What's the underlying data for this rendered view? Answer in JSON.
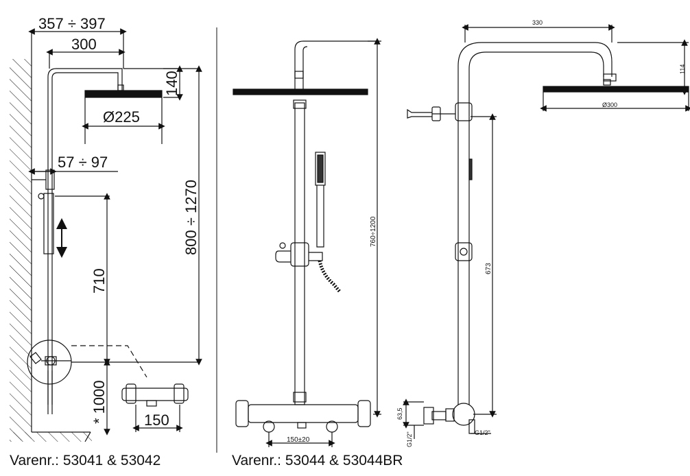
{
  "left_drawing": {
    "dim_total_width": "357 ÷ 397",
    "dim_arm_width": "300",
    "dim_head_height": "140",
    "dim_head_diameter": "Ø225",
    "dim_wall_distance": "57 ÷ 97",
    "dim_total_height": "800 ÷ 1270",
    "dim_slide_height": "710",
    "dim_mount_height": "* 1000",
    "dim_valve_spacing": "150",
    "caption": "Varenr.: 53041 & 53042"
  },
  "right_drawing": {
    "dim_height": "760÷1200",
    "dim_valve_spacing": "150±20",
    "dim_arm_width": "330",
    "dim_head_height": "114",
    "dim_head_diameter": "Ø300",
    "dim_riser_height": "673",
    "dim_inlet_height": "63,5",
    "dim_inlet_left": "G1/2\"",
    "dim_inlet_right": "G1/2\"",
    "caption": "Varenr.: 53044 & 53044BR"
  },
  "colors": {
    "line": "#111111",
    "background": "#ffffff"
  }
}
